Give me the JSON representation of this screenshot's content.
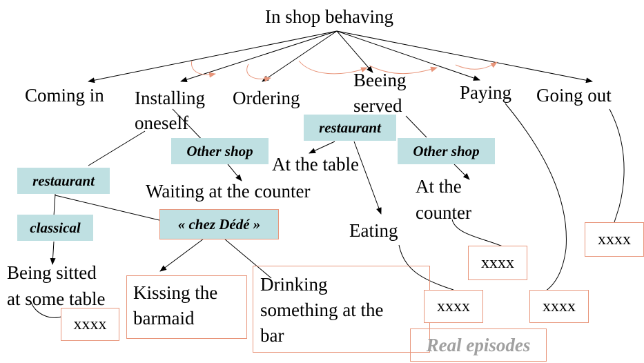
{
  "root": "In shop behaving",
  "phases": {
    "coming_in": "Coming in",
    "installing_1": "Installing",
    "installing_2": "oneself",
    "ordering": "Ordering",
    "being_served_1": "Beeing",
    "being_served_2": "served",
    "paying": "Paying",
    "going_out": "Going out"
  },
  "tags": {
    "restaurant_left": "restaurant",
    "classical": "classical",
    "other_shop_left": "Other shop",
    "restaurant_mid": "restaurant",
    "other_shop_right": "Other shop",
    "chez_dede": "« chez Dédé »"
  },
  "leaves": {
    "being_sitted_1": "Being sitted",
    "being_sitted_2": "at some table",
    "waiting_counter": "Waiting at the counter",
    "at_table": "At the table",
    "eating": "Eating",
    "at_counter_1": "At the",
    "at_counter_2": "counter"
  },
  "episodes": {
    "kissing_1": "Kissing the",
    "kissing_2": "barmaid",
    "drinking_1": "Drinking",
    "drinking_2": "something at the",
    "drinking_3": "bar"
  },
  "placeholder": "xxxx",
  "real_episodes": "Real episodes",
  "colors": {
    "tag_fill": "#bfe0e2",
    "episode_border": "#e8957a",
    "sequence_arrow": "#e8957a"
  }
}
